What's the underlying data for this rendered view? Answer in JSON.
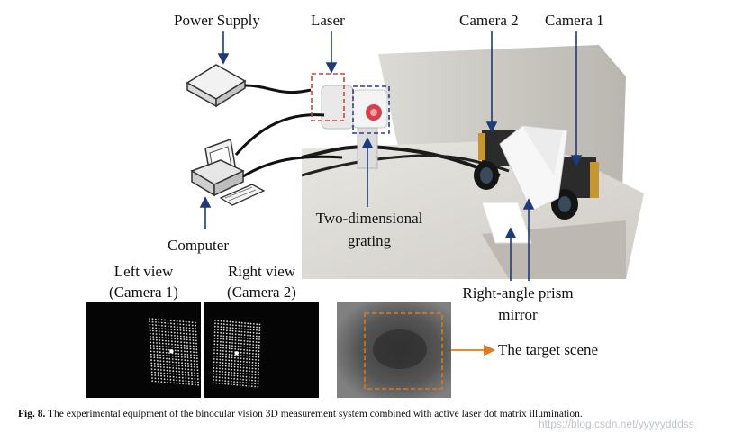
{
  "labels": {
    "power_supply": "Power Supply",
    "laser": "Laser",
    "camera2": "Camera 2",
    "camera1": "Camera 1",
    "computer": "Computer",
    "grating_line1": "Two-dimensional",
    "grating_line2": "grating",
    "left_view_line1": "Left view",
    "left_view_line2": "(Camera 1)",
    "right_view_line1": "Right view",
    "right_view_line2": "(Camera 2)",
    "prism_line1": "Right-angle prism",
    "prism_line2": "mirror",
    "target_scene": "The target scene"
  },
  "caption": {
    "figure_label": "Fig. 8.",
    "text": " The experimental equipment of the binocular vision 3D measurement system combined with active laser dot matrix illumination."
  },
  "watermark": "https://blog.csdn.net/yyyyydddss",
  "colors": {
    "arrow_blue": "#1f3a78",
    "laser_box_red": "#d94040",
    "grating_box_blue": "#2a3f88",
    "target_box_orange": "#e07a1f"
  }
}
